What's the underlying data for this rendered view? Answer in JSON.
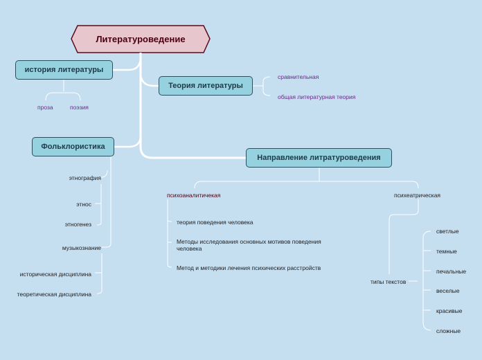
{
  "colors": {
    "background": "#c5def0",
    "root_fill": "#e8c6cd",
    "root_border": "#5a0a1a",
    "node_fill": "#95d1df",
    "node_border": "#2b4f5c",
    "connector": "#ffffff",
    "purple_text": "#6a2a88"
  },
  "root": {
    "label": "Литературоведение"
  },
  "branches": {
    "history": {
      "label": "история литературы",
      "children": [
        "проза",
        "поэзия"
      ]
    },
    "theory": {
      "label": "Теория литературы",
      "children": [
        "сравнительная",
        "общая литературная теория"
      ]
    },
    "folklore": {
      "label": "Фольклористика",
      "children": [
        "этнография",
        "этнос",
        "этногенез",
        "музыкознание",
        "историческая дисциплина",
        "теоретическая дисциплина"
      ]
    },
    "directions": {
      "label": "Направление литратуроведения",
      "psychoanalytic": {
        "label": "психоаналитичекая",
        "children": [
          "теория поведения человека",
          "Методы исследования основных мотивов поведения человека",
          "Метод и методики лечения психических расстройств"
        ]
      },
      "psychiatric": {
        "label": "психеатрическая",
        "text_types": {
          "label": "типы текстов",
          "children": [
            "светлые",
            "темные",
            "печальные",
            "веселые",
            "красивые",
            "сложные"
          ]
        }
      }
    }
  }
}
